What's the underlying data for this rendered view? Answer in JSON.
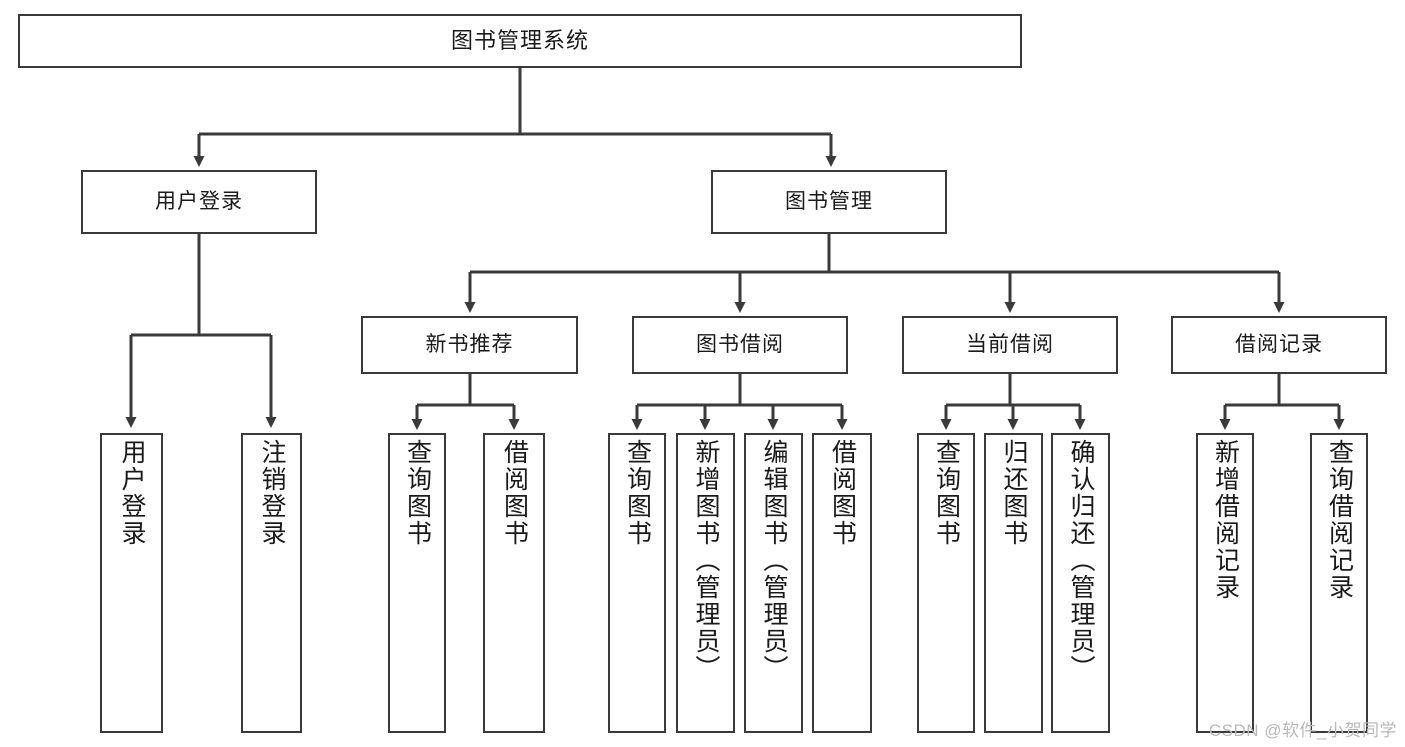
{
  "diagram": {
    "title": "图书管理系统",
    "type": "tree",
    "watermark": "CSDN @软件_小贺同学",
    "colors": {
      "stroke": "#3a3a3a",
      "fill": "#ffffff",
      "text": "#1a1a1a",
      "watermark": "#b9b9b9"
    },
    "nodes": {
      "root": {
        "label": "图书管理系统"
      },
      "level2": [
        {
          "id": "user-login",
          "label": "用户登录"
        },
        {
          "id": "book-manage",
          "label": "图书管理"
        }
      ],
      "level3": [
        {
          "id": "new-book-recommend",
          "label": "新书推荐"
        },
        {
          "id": "book-borrow",
          "label": "图书借阅"
        },
        {
          "id": "current-borrow",
          "label": "当前借阅"
        },
        {
          "id": "borrow-record",
          "label": "借阅记录"
        }
      ],
      "leaves": [
        {
          "id": "leaf-user-login",
          "label": "用户登录",
          "parent": "user-login"
        },
        {
          "id": "leaf-logout",
          "label": "注销登录",
          "parent": "user-login"
        },
        {
          "id": "leaf-query-book-1",
          "label": "查询图书",
          "parent": "new-book-recommend"
        },
        {
          "id": "leaf-borrow-book-1",
          "label": "借阅图书",
          "parent": "new-book-recommend"
        },
        {
          "id": "leaf-query-book-2",
          "label": "查询图书",
          "parent": "book-borrow"
        },
        {
          "id": "leaf-add-book",
          "label": "新增图书（管理员）",
          "parent": "book-borrow"
        },
        {
          "id": "leaf-edit-book",
          "label": "编辑图书（管理员）",
          "parent": "book-borrow"
        },
        {
          "id": "leaf-borrow-book-2",
          "label": "借阅图书",
          "parent": "book-borrow"
        },
        {
          "id": "leaf-query-book-3",
          "label": "查询图书",
          "parent": "current-borrow"
        },
        {
          "id": "leaf-return-book",
          "label": "归还图书",
          "parent": "current-borrow"
        },
        {
          "id": "leaf-confirm-return",
          "label": "确认归还（管理员）",
          "parent": "current-borrow"
        },
        {
          "id": "leaf-add-record",
          "label": "新增借阅记录",
          "parent": "borrow-record"
        },
        {
          "id": "leaf-query-record",
          "label": "查询借阅记录",
          "parent": "borrow-record"
        }
      ]
    }
  }
}
